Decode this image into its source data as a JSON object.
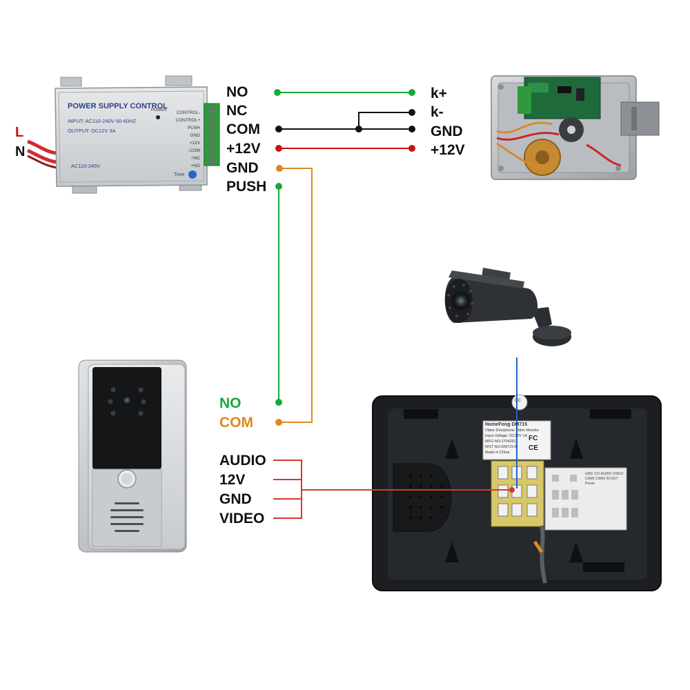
{
  "colors": {
    "green": "#19a83a",
    "black": "#111111",
    "red": "#cc1111",
    "orange": "#d98a1e",
    "blue": "#1f64c4",
    "feed_red": "#d13a2a"
  },
  "power_supply": {
    "title": "POWER SUPPLY CONTROL",
    "input": "INPUT: AC110-240V 50-60HZ",
    "output": "OUTPUT: DC12V  3A",
    "footer": "AC110-240V",
    "power_led": "POWER",
    "time": "Time",
    "terminals": [
      "CONTROL-",
      "CONTROL+",
      "PUSH",
      "GND",
      "+12V",
      "-COM",
      "+NC",
      "+NO"
    ],
    "mains_l": "L",
    "mains_n": "N"
  },
  "psu_outputs": {
    "no": "NO",
    "nc": "NC",
    "com": "COM",
    "v12": "+12V",
    "gnd": "GND",
    "push": "PUSH"
  },
  "lock_inputs": {
    "kplus": "k+",
    "kminus": "k-",
    "gnd": "GND",
    "v12": "+12V"
  },
  "unlock_terminals": {
    "no": "NO",
    "com": "COM"
  },
  "doorbell_bus": {
    "audio": "AUDIO",
    "v12": "12V",
    "gnd": "GND",
    "video": "VIDEO"
  },
  "monitor": {
    "label_lines": [
      "HomeFong    DM715",
      "Video Doorphone Video Monitor",
      "Input Voltage: DC12V 1A",
      "MFG NO:2704261",
      "WST NO:DM715-B",
      "Made in China"
    ],
    "qc": "QC",
    "fc": "FC",
    "ce": "CE",
    "port_labels": [
      "GND",
      "12V",
      "AUDIO",
      "VIDEO",
      "CAM1",
      "CAM2",
      "IN",
      "OUT",
      "Power"
    ]
  }
}
